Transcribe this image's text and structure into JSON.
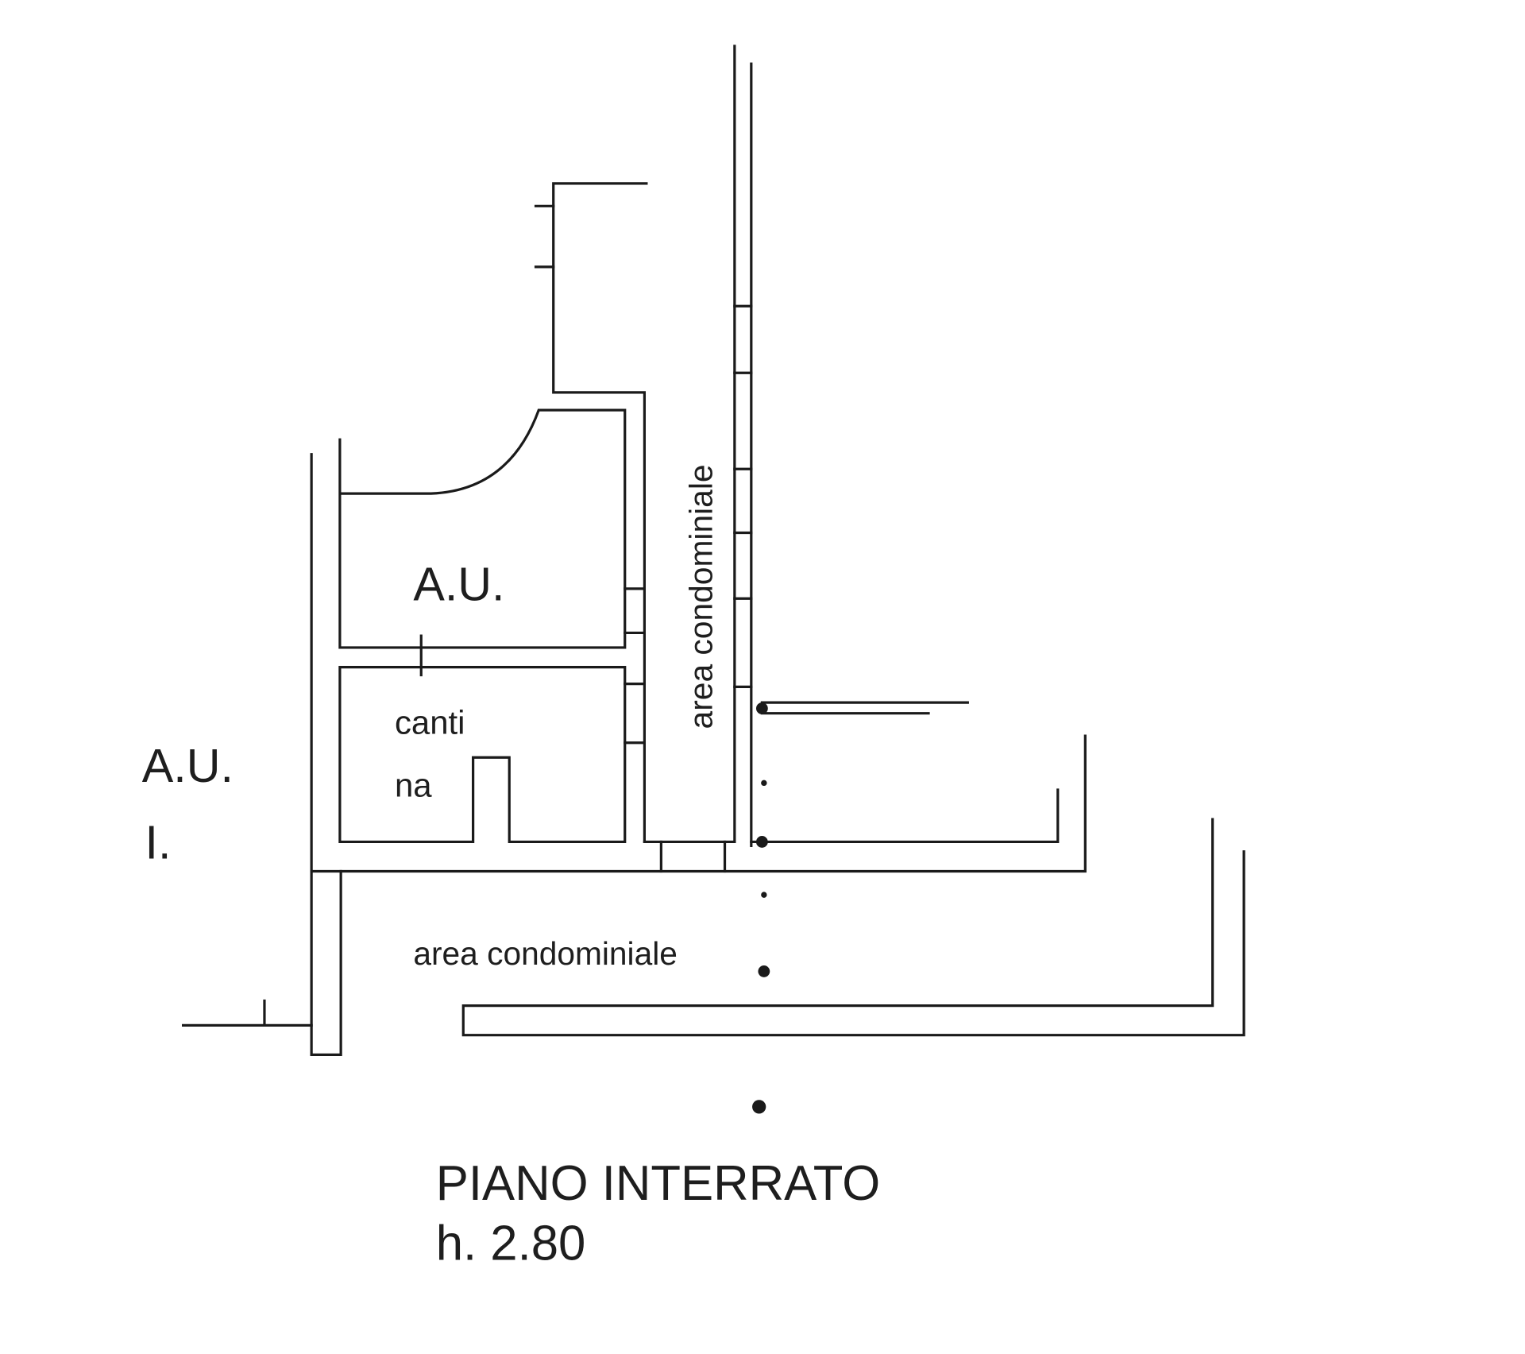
{
  "plan": {
    "room_upper_label": "A.U.",
    "cellar_label_line1": "canti",
    "cellar_label_line2": "na",
    "left_label_line1": "A.U.",
    "left_label_line2": "I.",
    "corridor_vertical_label": "area condominiale",
    "corridor_horizontal_label": "area condominiale",
    "title": "PIANO INTERRATO",
    "height": "h. 2.80"
  },
  "colors": {
    "ink": "#1a1a1a",
    "paper": "#ffffff"
  }
}
